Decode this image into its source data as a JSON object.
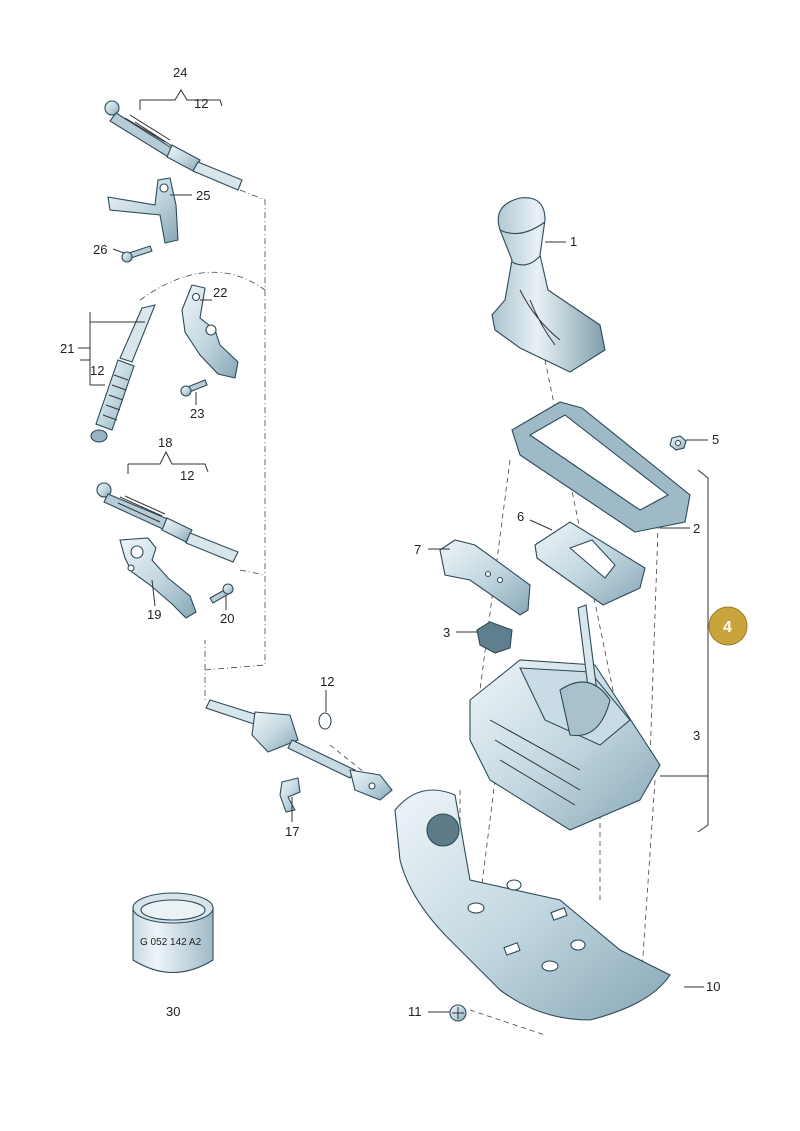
{
  "labels": {
    "l24": "24",
    "l12a": "12",
    "l25": "25",
    "l26": "26",
    "l22": "22",
    "l21": "21",
    "l12b": "12",
    "l23": "23",
    "l18": "18",
    "l12c": "12",
    "l19": "19",
    "l20": "20",
    "l12d": "12",
    "l17": "17",
    "l30": "30",
    "l1": "1",
    "l5": "5",
    "l2": "2",
    "l6": "6",
    "l7": "7",
    "l3a": "3",
    "l3b": "3",
    "l11": "11",
    "l10": "10"
  },
  "badge": {
    "text": "4",
    "color": "#c8a43a"
  },
  "grease_tin": {
    "text": "G 052 142 A2"
  },
  "colors": {
    "part_fill": "#c9dce5",
    "part_dark": "#8fb0bf",
    "part_light": "#e6f0f4",
    "stroke": "#2e4a58"
  }
}
